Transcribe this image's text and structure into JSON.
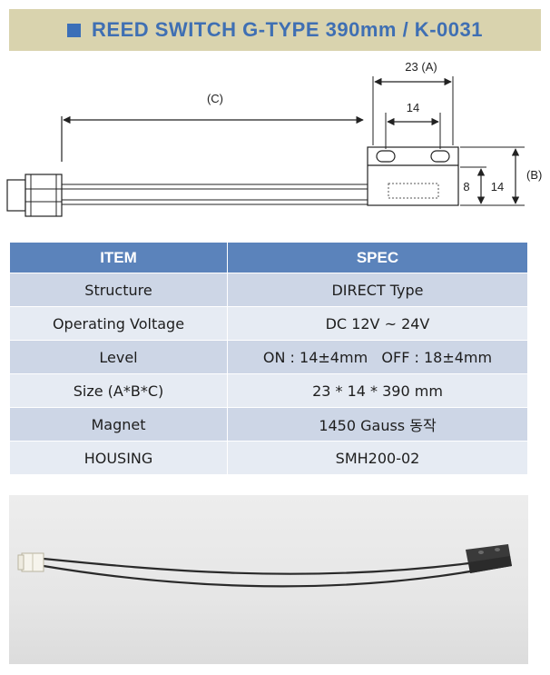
{
  "header": {
    "title": "REED SWITCH G-TYPE 390mm / K-0031",
    "accent_color": "#3b6fb8",
    "bar_color": "#d9d3ae"
  },
  "diagram": {
    "label_c": "(C)",
    "label_a": "23 (A)",
    "dim_14_top": "14",
    "dim_8": "8",
    "dim_14_side": "14",
    "label_b": "(B)"
  },
  "table": {
    "headers": [
      "ITEM",
      "SPEC"
    ],
    "rows": [
      {
        "item": "Structure",
        "spec": "DIRECT Type"
      },
      {
        "item": "Operating Voltage",
        "spec": "DC 12V ~ 24V"
      },
      {
        "item": "Level",
        "spec": "ON : 14±4mm   OFF : 18±4mm"
      },
      {
        "item": "Size (A*B*C)",
        "spec": "23 * 14 * 390 mm"
      },
      {
        "item": "Magnet",
        "spec": "1450 Gauss 동작"
      },
      {
        "item": "HOUSING",
        "spec": "SMH200-02"
      }
    ]
  }
}
